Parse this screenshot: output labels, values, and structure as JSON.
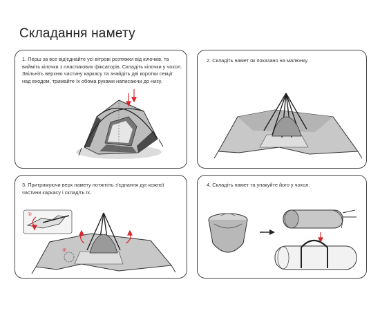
{
  "page": {
    "title": "Складання  намету"
  },
  "steps": [
    {
      "text": "1. Перш за все від'єднайте усі вітрові розтяжки від  кілочків,  та вийміть кілочки з пластикових фіксаторів. Складіть кілочки у чохол. Звільніть верхню частину каркасу та знайдіть дві коротки секції над входом, тримайте їх обома руками написаючи до низу."
    },
    {
      "text": "2. Складіть намет як показано на малюнку."
    },
    {
      "text": "3. Притримуючи верх намету потягніть з'єднання дуг кожної частини каркасу і складіть їх."
    },
    {
      "text": "4. Складіть намет та упакуйте його у чохол."
    }
  ],
  "callouts": {
    "step3_label_1": "①",
    "step3_label_2": "②"
  },
  "colors": {
    "accent_arrow": "#d9252b",
    "tent_fill": "#c8c8c8",
    "tent_dark": "#555555",
    "line": "#333333"
  },
  "icons": {
    "step1": "tent-collapse-icon",
    "step2": "folded-tent-icon",
    "step3": "fold-poles-icon",
    "step4": "pack-bag-icon"
  }
}
